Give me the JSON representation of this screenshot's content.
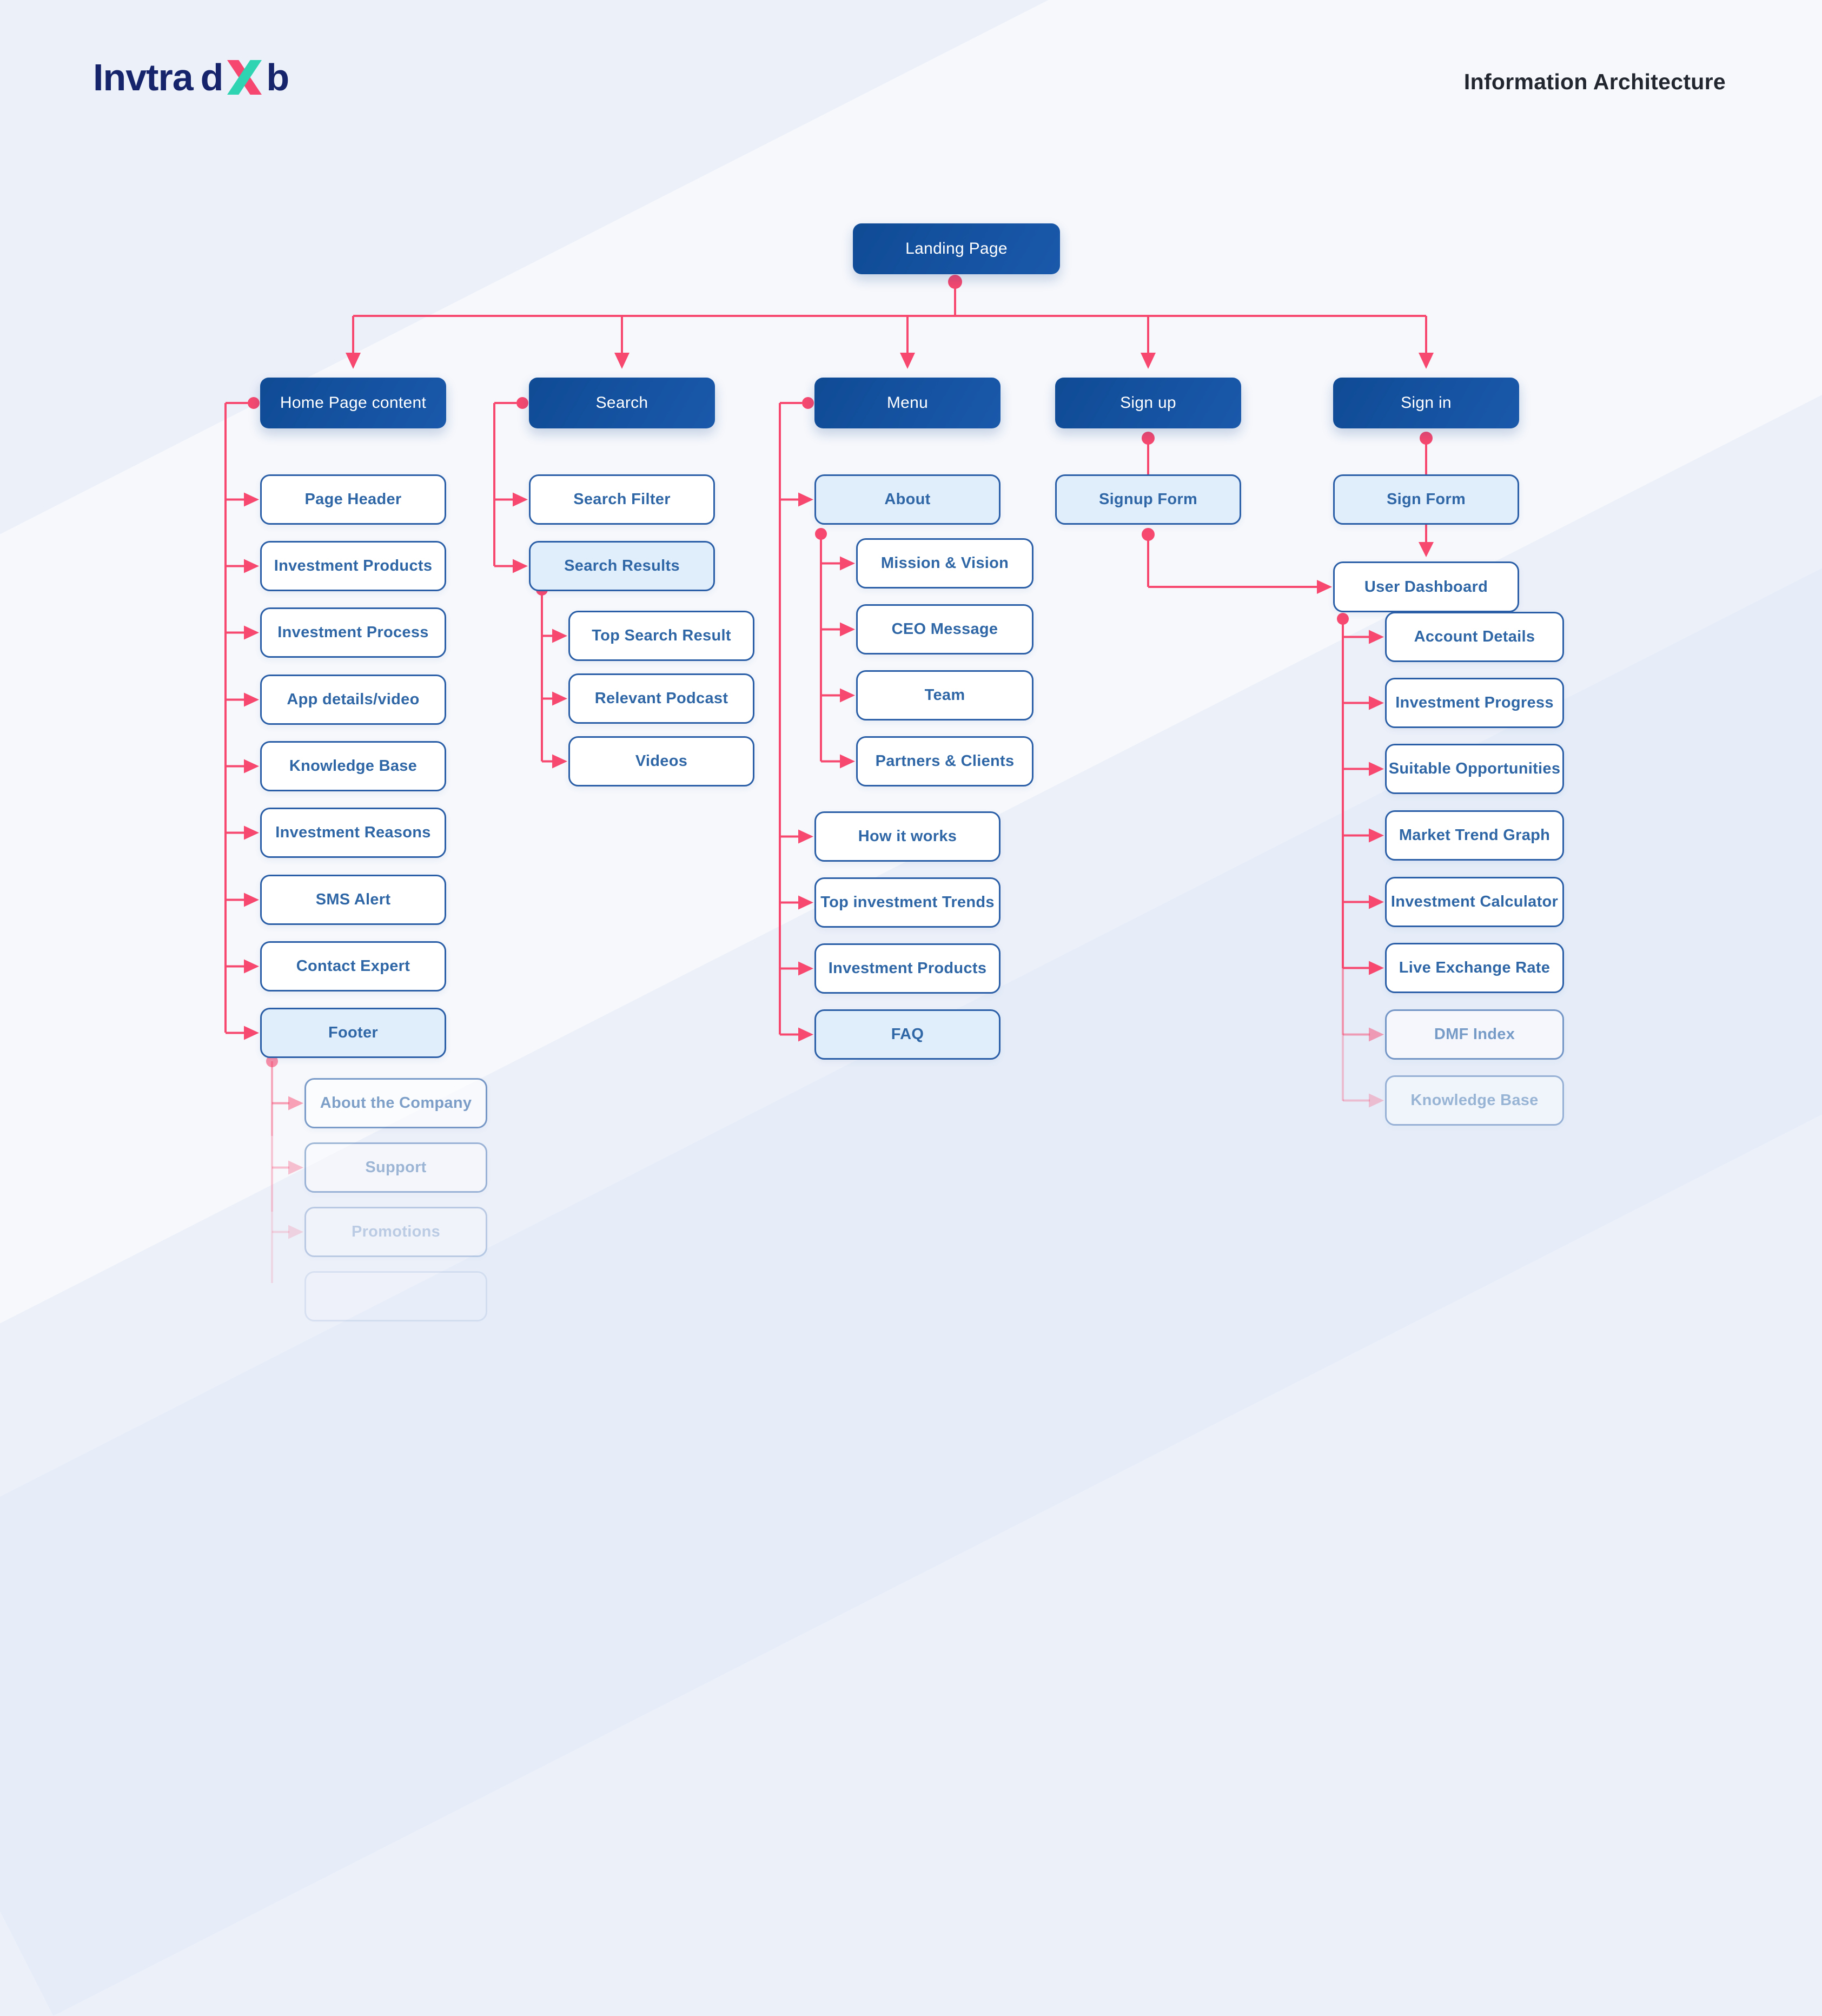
{
  "brand": {
    "word_start": "Invtra",
    "word_mid": "d",
    "word_end": "b"
  },
  "header": {
    "title": "Information Architecture"
  },
  "root": {
    "label": "Landing Page"
  },
  "colors": {
    "header_blue": "#12519f",
    "node_border_blue": "#2a5ea6",
    "node_text_blue": "#2f66a6",
    "light_fill": "#e0edfb",
    "connector_pink": "#f7486f",
    "logo_navy": "#16256b",
    "logo_teal": "#2fd5b2",
    "logo_pink": "#f5476f",
    "background": "#ecf0f9"
  },
  "columns": [
    {
      "label": "Home Page content",
      "children": [
        {
          "label": "Page Header"
        },
        {
          "label": "Investment Products"
        },
        {
          "label": "Investment Process"
        },
        {
          "label": "App details/video"
        },
        {
          "label": "Knowledge Base"
        },
        {
          "label": "Investment Reasons"
        },
        {
          "label": "SMS Alert"
        },
        {
          "label": "Contact Expert"
        },
        {
          "label": "Footer",
          "children": [
            {
              "label": "About the Company"
            },
            {
              "label": "Support"
            },
            {
              "label": "Promotions"
            }
          ]
        }
      ]
    },
    {
      "label": "Search",
      "children": [
        {
          "label": "Search Filter"
        },
        {
          "label": "Search Results",
          "children": [
            {
              "label": "Top Search Result"
            },
            {
              "label": "Relevant Podcast"
            },
            {
              "label": "Videos"
            }
          ]
        }
      ]
    },
    {
      "label": "Menu",
      "children": [
        {
          "label": "About",
          "children": [
            {
              "label": "Mission & Vision"
            },
            {
              "label": "CEO Message"
            },
            {
              "label": "Team"
            },
            {
              "label": "Partners & Clients"
            }
          ]
        },
        {
          "label": "How it works"
        },
        {
          "label": "Top investment Trends"
        },
        {
          "label": "Investment Products"
        },
        {
          "label": "FAQ"
        }
      ]
    },
    {
      "label": "Sign up",
      "children": [
        {
          "label": "Signup Form"
        }
      ]
    },
    {
      "label": "Sign in",
      "children": [
        {
          "label": "Sign Form"
        },
        {
          "label": "User Dashboard",
          "children": [
            {
              "label": "Account Details"
            },
            {
              "label": "Investment Progress"
            },
            {
              "label": "Suitable Opportunities"
            },
            {
              "label": "Market Trend Graph"
            },
            {
              "label": "Investment Calculator"
            },
            {
              "label": "Live Exchange Rate"
            },
            {
              "label": "DMF Index"
            },
            {
              "label": "Knowledge Base"
            }
          ]
        }
      ]
    }
  ]
}
